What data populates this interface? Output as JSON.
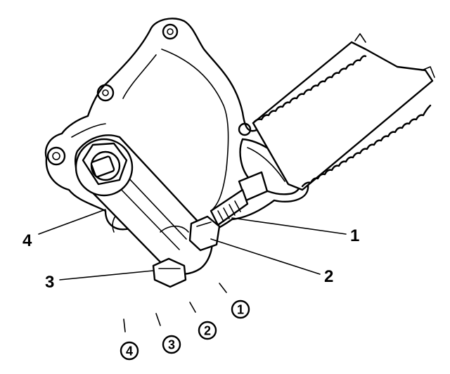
{
  "callouts": [
    {
      "id": "1",
      "text": "1"
    },
    {
      "id": "2",
      "text": "2"
    },
    {
      "id": "3",
      "text": "3"
    },
    {
      "id": "4",
      "text": "4"
    }
  ],
  "sequence": [
    {
      "id": "1",
      "text": "1"
    },
    {
      "id": "2",
      "text": "2"
    },
    {
      "id": "3",
      "text": "3"
    },
    {
      "id": "4",
      "text": "4"
    }
  ]
}
